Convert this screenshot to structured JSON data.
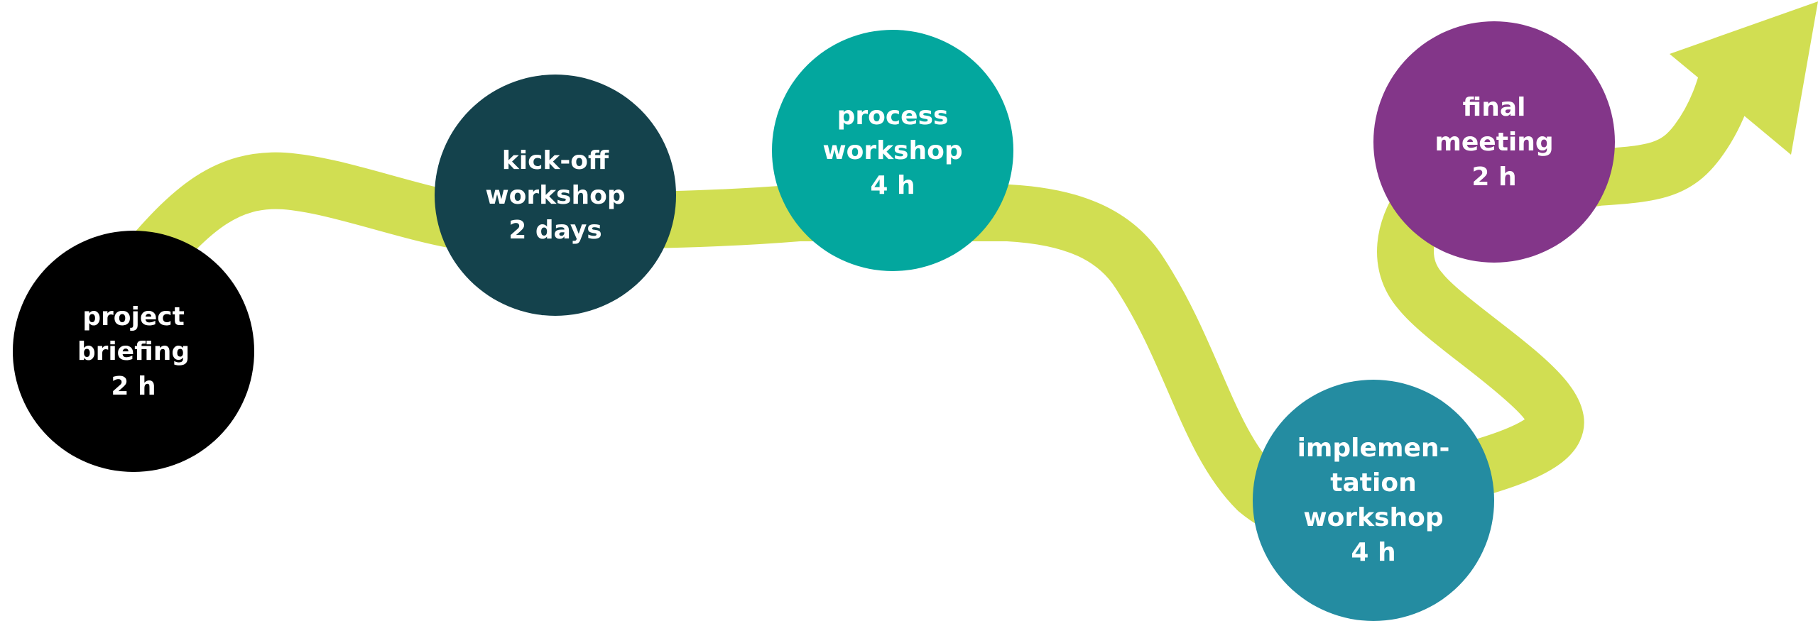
{
  "diagram": {
    "path_color": "#D1DE52",
    "steps": [
      {
        "lines": [
          "project",
          "briefing",
          "2 h"
        ],
        "color": "#000000"
      },
      {
        "lines": [
          "kick-off",
          "workshop",
          "2 days"
        ],
        "color": "#14424C"
      },
      {
        "lines": [
          "process",
          "workshop",
          "4 h"
        ],
        "color": "#03A79E"
      },
      {
        "lines": [
          "implemen-",
          "tation",
          "workshop",
          "4 h"
        ],
        "color": "#248CA1"
      },
      {
        "lines": [
          "final",
          "meeting",
          "2 h"
        ],
        "color": "#833689"
      }
    ]
  }
}
